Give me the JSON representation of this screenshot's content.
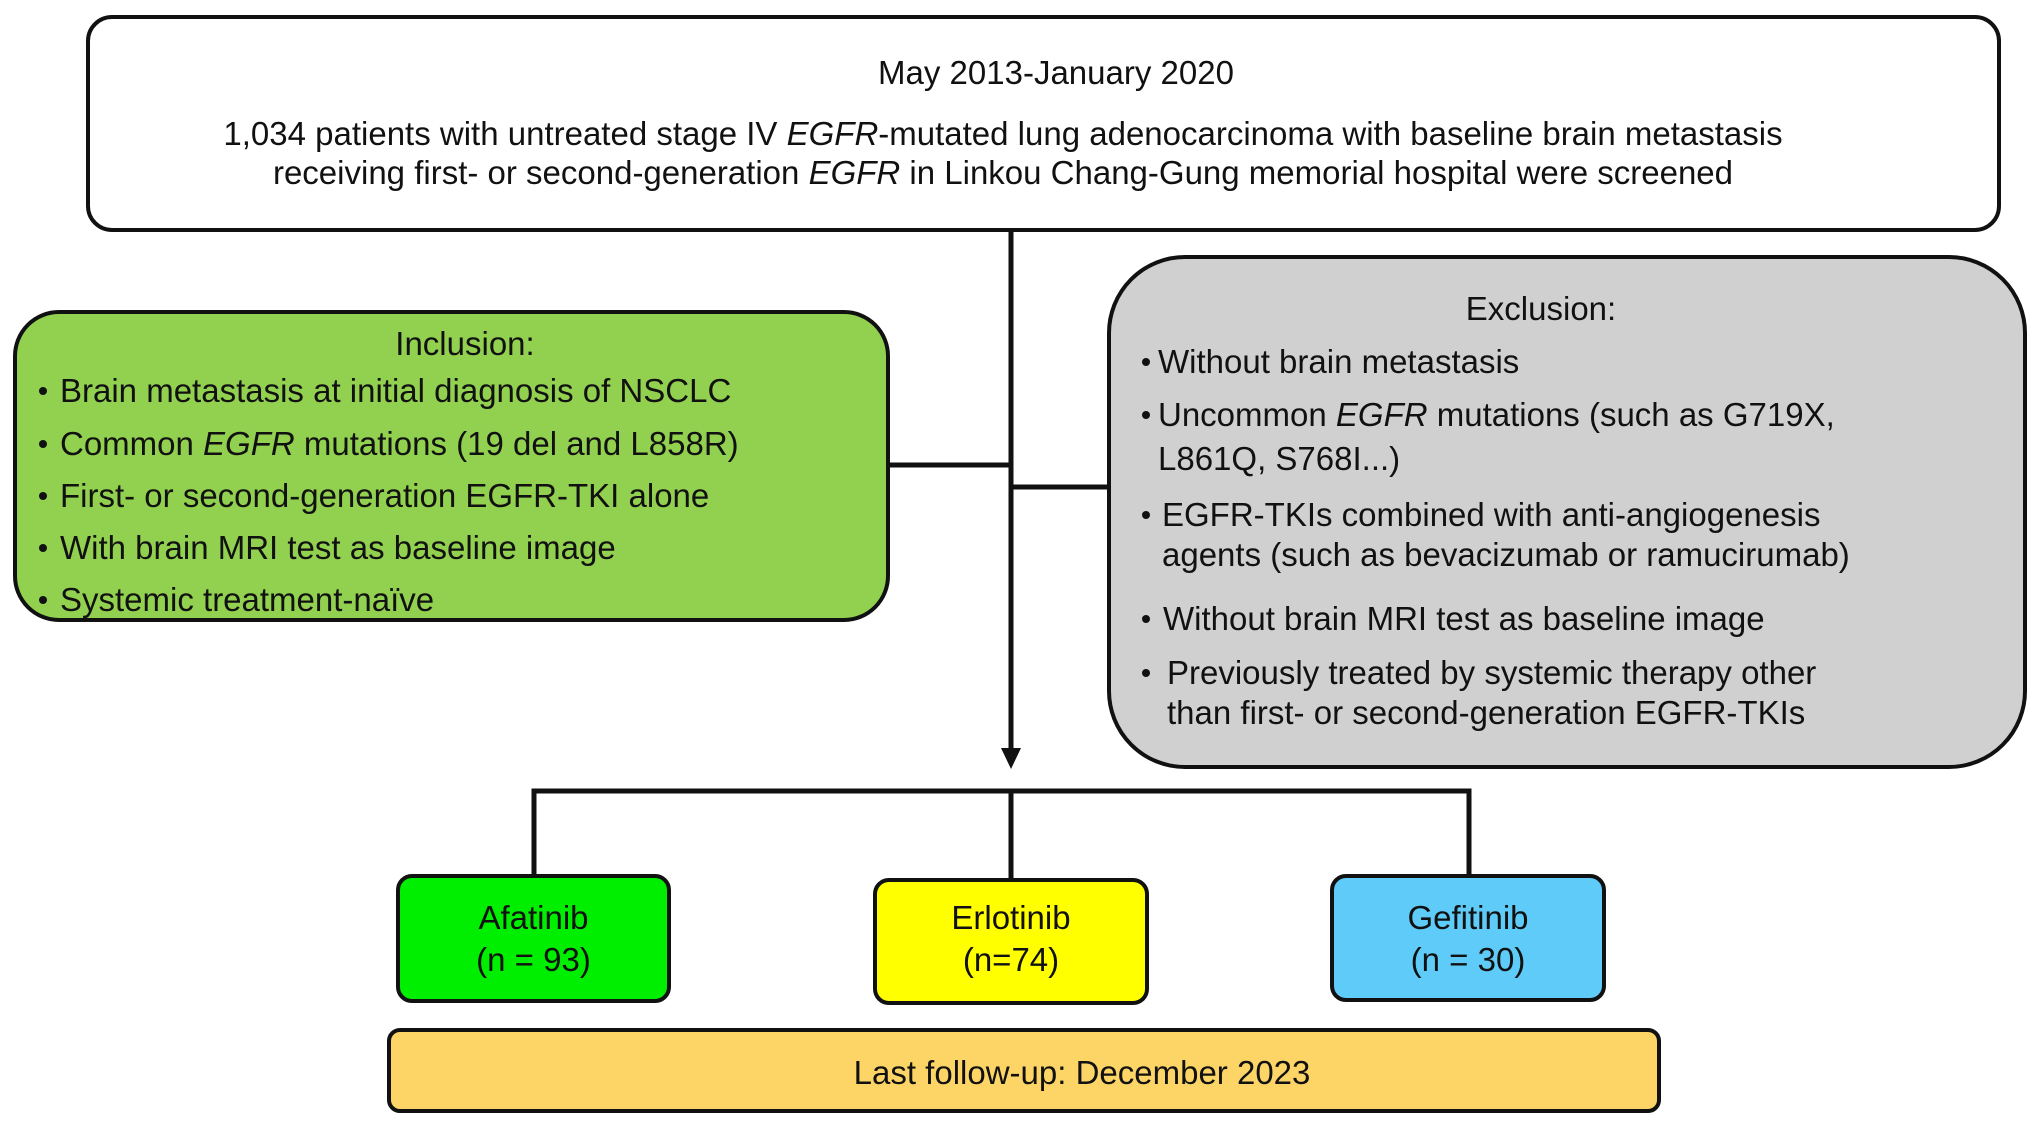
{
  "header": {
    "period": "May 2013-January 2020",
    "line1": [
      "1,034 patients with untreated stage IV ",
      "EGFR",
      "-mutated lung adenocarcinoma with baseline brain metastasis"
    ],
    "line2": [
      "receiving first- or second-generation ",
      "EGFR",
      " in Linkou Chang-Gung memorial hospital were screened"
    ]
  },
  "inclusion": {
    "title": "Inclusion:",
    "items": [
      [
        "Brain metastasis at initial diagnosis of NSCLC"
      ],
      [
        "Common ",
        "EGFR",
        " mutations (19 del and L858R)"
      ],
      [
        "First- or second-generation EGFR-TKI alone"
      ],
      [
        "With brain MRI test as baseline image"
      ],
      [
        "Systemic treatment-naïve"
      ]
    ]
  },
  "exclusion": {
    "title": "Exclusion:",
    "items": [
      [
        [
          "Without brain metastasis"
        ]
      ],
      [
        [
          "Uncommon ",
          "EGFR",
          " mutations (such as G719X,"
        ],
        [
          "L861Q, S768I...)"
        ]
      ],
      [
        [
          "EGFR-TKIs combined with anti-angiogenesis"
        ],
        [
          "agents (such as bevacizumab or ramucirumab)"
        ]
      ],
      [
        [
          "Without brain MRI test as baseline image"
        ]
      ],
      [
        [
          "Previously treated by systemic therapy other"
        ],
        [
          "than first- or second-generation EGFR-TKIs"
        ]
      ]
    ]
  },
  "groups": [
    {
      "drug": "Afatinib",
      "count": "(n = 93)"
    },
    {
      "drug": "Erlotinib",
      "count": "(n=74)"
    },
    {
      "drug": "Gefitinib",
      "count": "(n = 30)"
    }
  ],
  "follow_up": "Last follow-up: December 2023",
  "colors": {
    "line": "#111111",
    "screening_fill": "#ffffff",
    "inclusion_fill": "#92d050",
    "exclusion_fill": "#d0d0d0",
    "afatinib_fill": "#00ee00",
    "erlotinib_fill": "#ffff00",
    "gefitinib_fill": "#5ecbf8",
    "follow_up_fill": "#fdd567"
  }
}
